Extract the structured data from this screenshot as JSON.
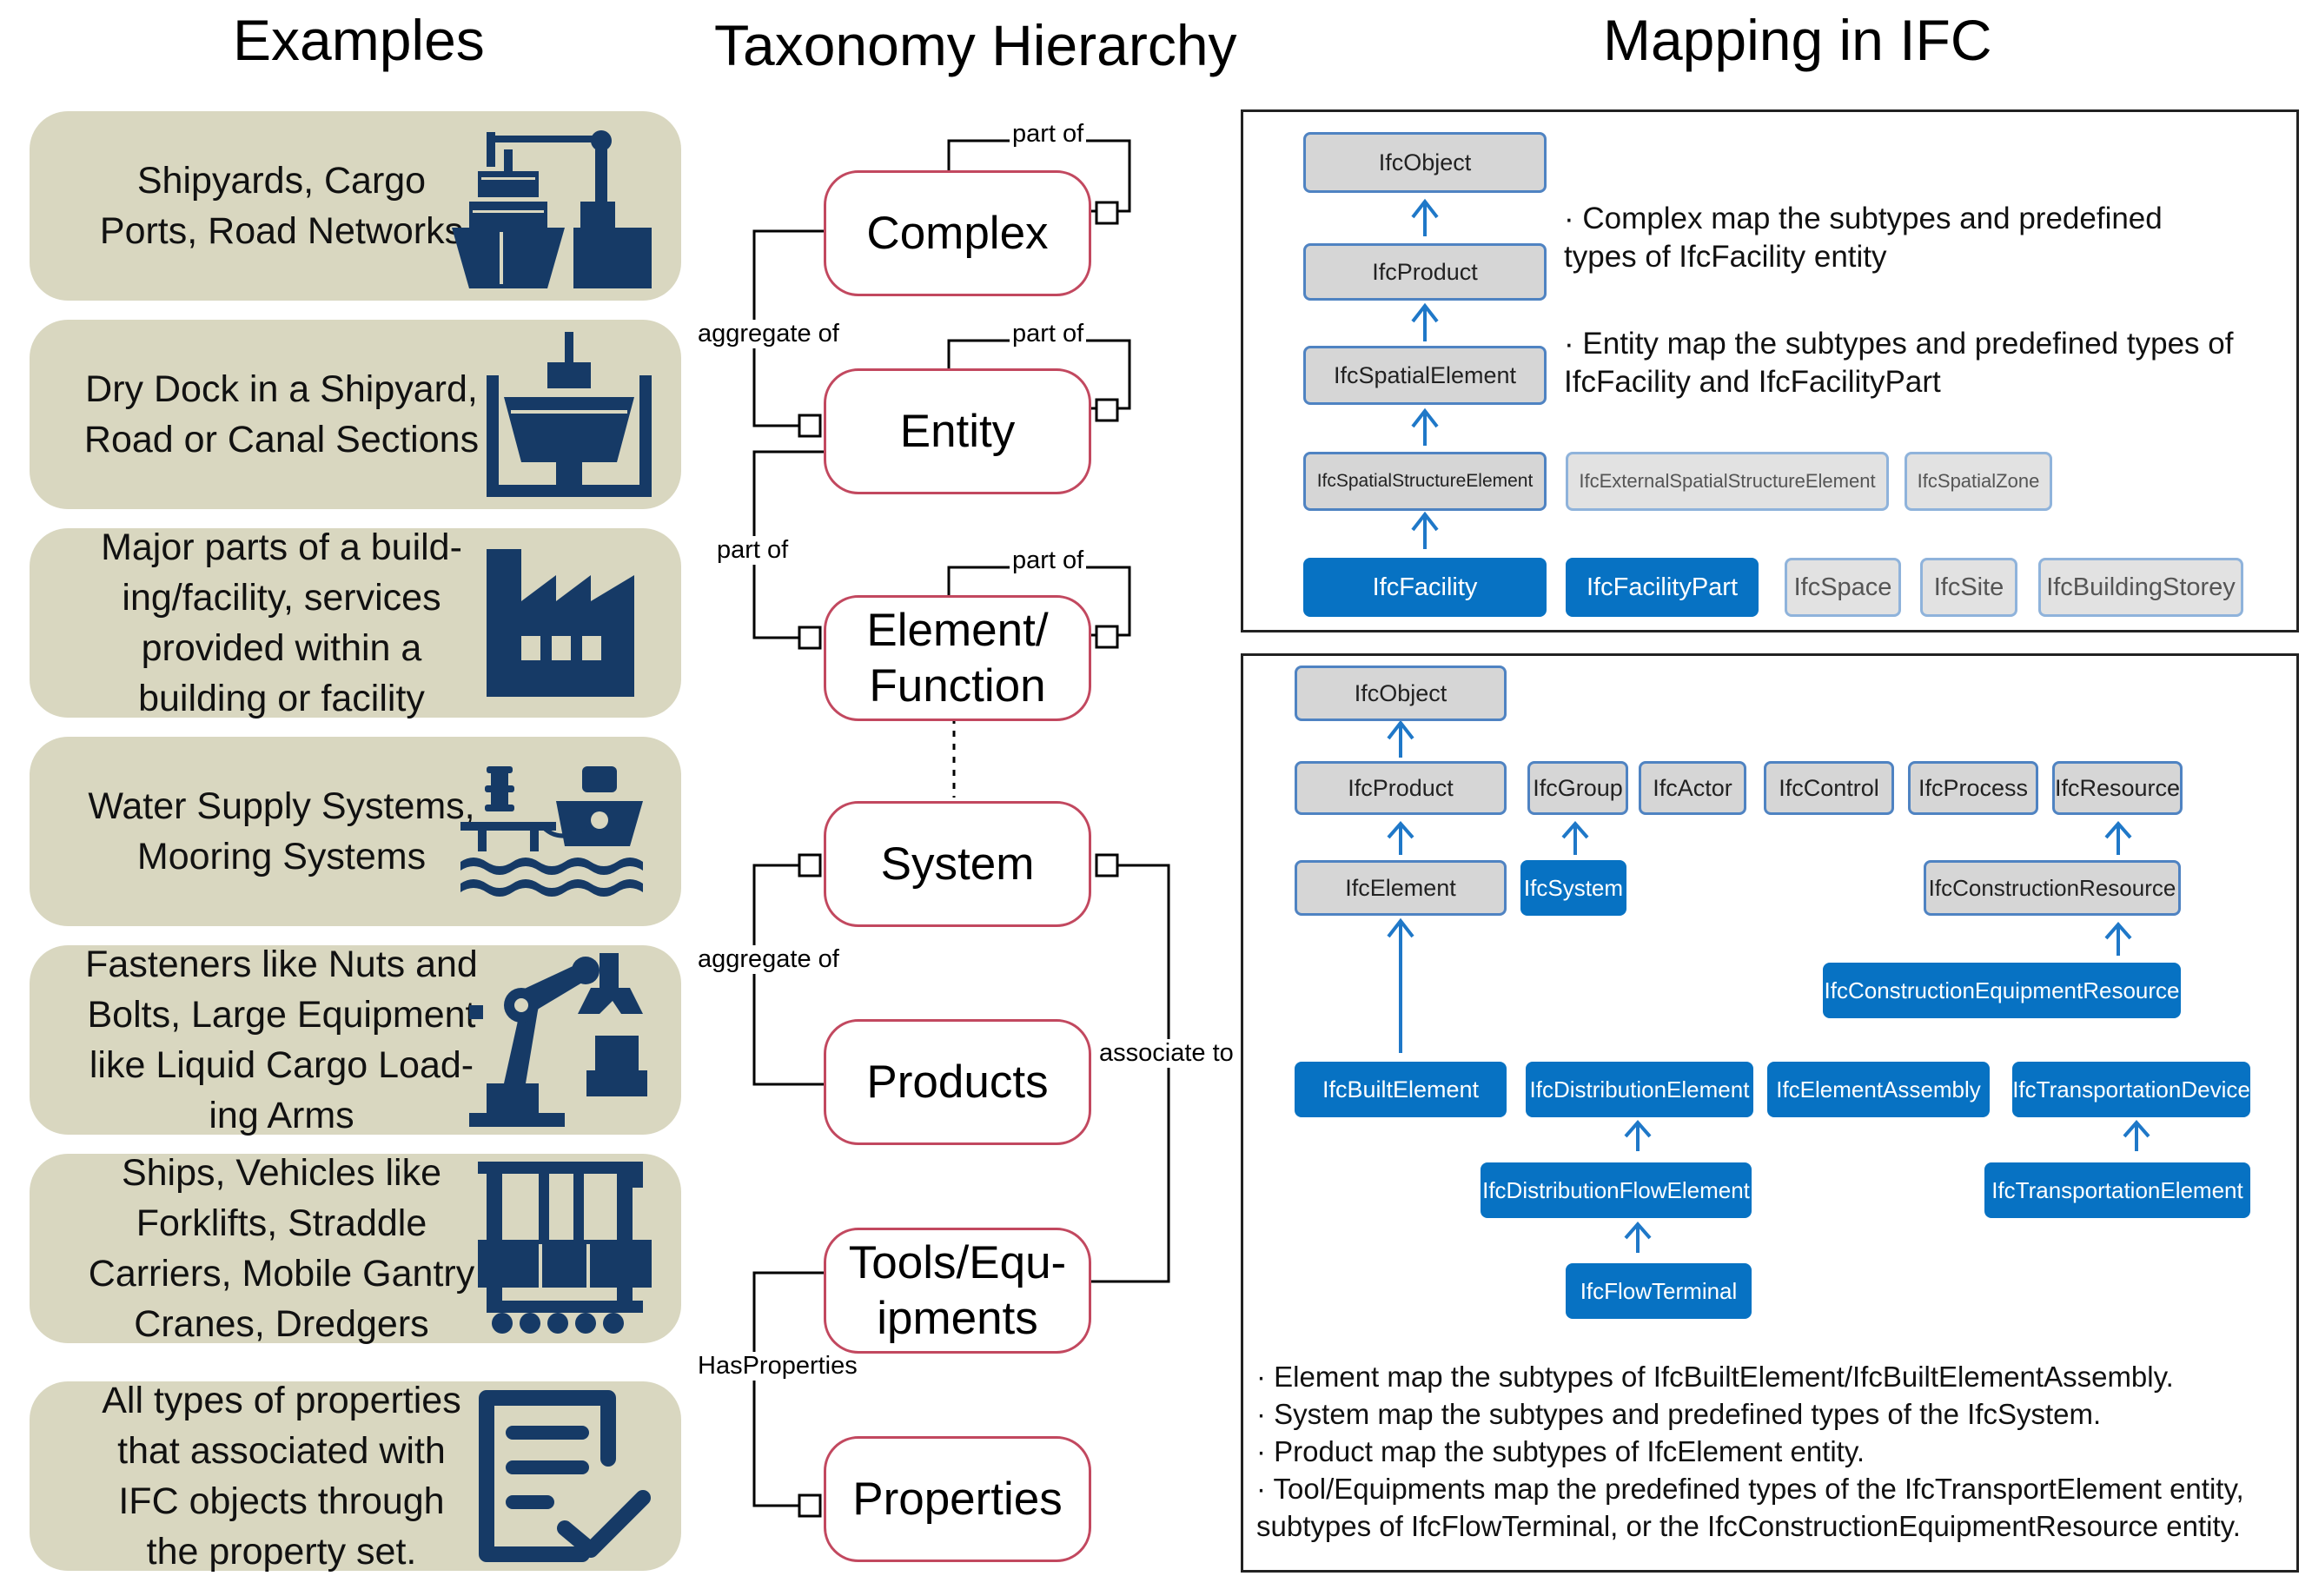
{
  "titles": {
    "examples": "Examples",
    "taxonomy": "Taxonomy Hierarchy",
    "mapping": "Mapping in IFC"
  },
  "examples": [
    {
      "text": "Shipyards, Cargo\nPorts, Road Networks",
      "icon": "port-crane-ship-icon"
    },
    {
      "text": "Dry Dock in a Shipyard,\nRoad or Canal Sections",
      "icon": "dry-dock-icon"
    },
    {
      "text": "Major parts of a build-\ning/facility, services\nprovided within a\nbuilding or facility",
      "icon": "factory-icon"
    },
    {
      "text": "Water Supply Systems,\nMooring Systems",
      "icon": "mooring-boat-icon"
    },
    {
      "text": "Fasteners like Nuts and\nBolts, Large Equipment\nlike Liquid Cargo Load-\ning Arms",
      "icon": "robotic-arm-icon"
    },
    {
      "text": "Ships, Vehicles like\nForklifts, Straddle\nCarriers, Mobile Gantry\nCranes, Dredgers",
      "icon": "gantry-crane-icon"
    },
    {
      "text": "All types of properties\nthat associated with\nIFC objects through\nthe property set.",
      "icon": "checklist-icon"
    }
  ],
  "taxonomy": {
    "nodes": [
      "Complex",
      "Entity",
      "Element/\nFunction",
      "System",
      "Products",
      "Tools/Equ-\nipments",
      "Properties"
    ],
    "labels": {
      "part_of": "part of",
      "aggregate_of": "aggregate of",
      "associate_to": "associate to",
      "has_properties": "HasProperties"
    }
  },
  "mapping_top": {
    "gray": [
      "IfcObject",
      "IfcProduct",
      "IfcSpatialElement",
      "IfcSpatialStructureElement"
    ],
    "light": [
      "IfcExternalSpatialStructureElement",
      "IfcSpatialZone"
    ],
    "blue": [
      "IfcFacility",
      "IfcFacilityPart"
    ],
    "light_row": [
      "IfcSpace",
      "IfcSite",
      "IfcBuildingStorey"
    ],
    "notes": [
      "· Complex map the subtypes and predefined types of IfcFacility entity",
      "· Entity map the subtypes and predefined types of IfcFacility and IfcFacilityPart"
    ]
  },
  "mapping_bottom": {
    "gray": [
      "IfcObject",
      "IfcProduct",
      "IfcGroup",
      "IfcActor",
      "IfcControl",
      "IfcProcess",
      "IfcResource",
      "IfcElement",
      "IfcConstructionResource"
    ],
    "blue": [
      "IfcSystem",
      "IfcConstructionEquipmentResource",
      "IfcBuiltElement",
      "IfcDistributionElement",
      "IfcElementAssembly",
      "IfcTransportationDevice",
      "IfcDistributionFlowElement",
      "IfcTransportationElement",
      "IfcFlowTerminal"
    ],
    "bullets": [
      "· Element map the subtypes of IfcBuiltElement/IfcBuiltElementAssembly.",
      "· System map the subtypes and predefined types of the IfcSystem.",
      "· Product map the subtypes of IfcElement entity.",
      "· Tool/Equipments map the predefined types of the IfcTransportElement entity,",
      "subtypes of IfcFlowTerminal, or the IfcConstructionEquipmentResource entity."
    ]
  },
  "colors": {
    "card": "#d9d7c0",
    "icon": "#163a66",
    "node_border": "#c2485f",
    "ifc_blue": "#0772c3",
    "ifc_gray": "#d6d6d6",
    "arrow": "#1f78c8"
  }
}
